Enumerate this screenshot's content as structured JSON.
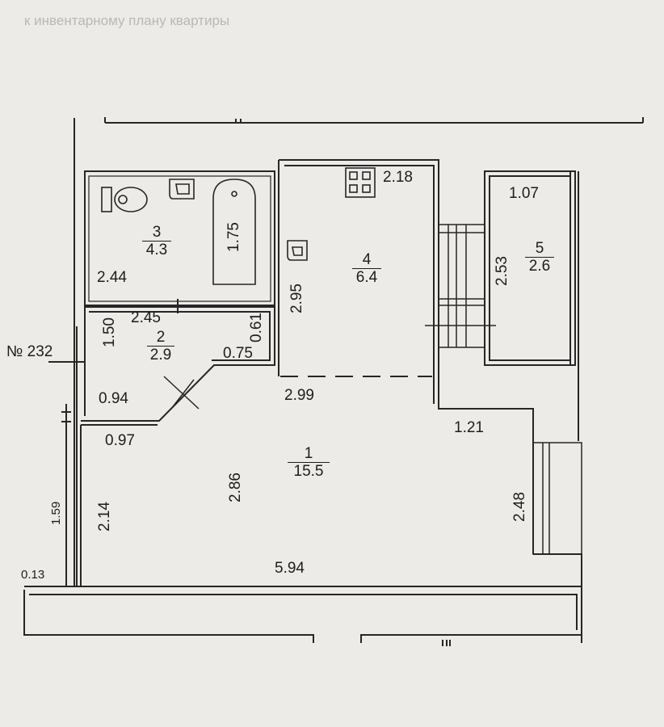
{
  "header_text": "к инвентарному плану квартиры",
  "apartment_number": "№ 232",
  "rooms": [
    {
      "number": "1",
      "area": "15.5"
    },
    {
      "number": "2",
      "area": "2.9"
    },
    {
      "number": "3",
      "area": "4.3"
    },
    {
      "number": "4",
      "area": "6.4"
    },
    {
      "number": "5",
      "area": "2.6"
    }
  ],
  "dimensions": {
    "bath_length": "1.75",
    "room3_width": "2.44",
    "hall_width": "2.45",
    "hall_height": "1.50",
    "hall_niche_width": "0.61",
    "hall_niche_depth": "0.75",
    "hall_lower_width": "0.94",
    "hall_door_width": "0.97",
    "kitchen_stove": "2.18",
    "kitchen_height": "2.95",
    "kitchen_width": "2.99",
    "balcony_top": "1.07",
    "balcony_height": "2.53",
    "room1_height": "2.86",
    "room1_left_height": "2.14",
    "room1_width": "5.94",
    "room1_step": "1.21",
    "room1_right_height": "2.48"
  },
  "margin_marks": {
    "left_side": "1.59",
    "bottom_left": "0.13"
  }
}
